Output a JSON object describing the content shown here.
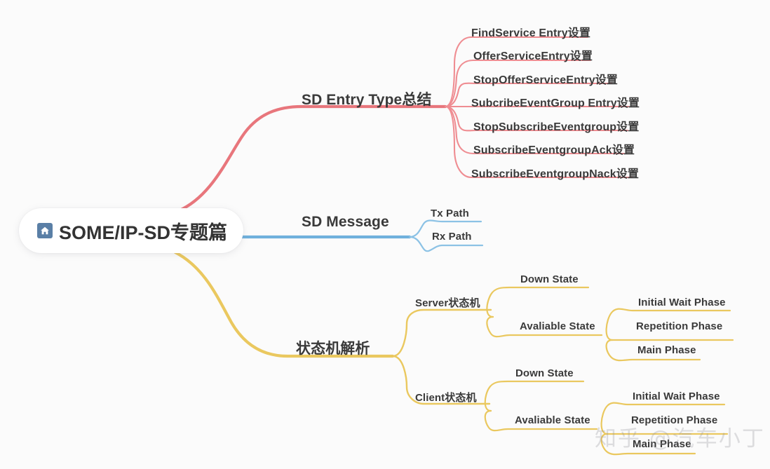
{
  "theme": {
    "background": "#fbfbfb",
    "branch_red": "#e8767c",
    "branch_blue": "#6fb0dc",
    "branch_yellow": "#eac85f",
    "text_color": "#3a3a3a",
    "root_icon_bg": "#5a7fa6"
  },
  "root": {
    "label": "SOME/IP-SD专题篇",
    "icon": "home-icon"
  },
  "branches": [
    {
      "label": "SD Entry Type总结",
      "color": "#e8767c",
      "children": [
        {
          "label": "FindService Entry设置"
        },
        {
          "label": "OfferServiceEntry设置"
        },
        {
          "label": "StopOfferServiceEntry设置"
        },
        {
          "label": "SubcribeEventGroup Entry设置"
        },
        {
          "label": "StopSubscribeEventgroup设置"
        },
        {
          "label": "SubscribeEventgroupAck设置"
        },
        {
          "label": "SubscribeEventgroupNack设置"
        }
      ]
    },
    {
      "label": "SD Message",
      "color": "#6fb0dc",
      "children": [
        {
          "label": "Tx Path"
        },
        {
          "label": "Rx Path"
        }
      ]
    },
    {
      "label": "状态机解析",
      "color": "#eac85f",
      "children": [
        {
          "label": "Server状态机",
          "children": [
            {
              "label": "Down State"
            },
            {
              "label": "Avaliable State",
              "children": [
                {
                  "label": "Initial Wait Phase"
                },
                {
                  "label": "Repetition Phase"
                },
                {
                  "label": "Main Phase"
                }
              ]
            }
          ]
        },
        {
          "label": "Client状态机",
          "children": [
            {
              "label": "Down State"
            },
            {
              "label": "Avaliable State",
              "children": [
                {
                  "label": "Initial Wait Phase"
                },
                {
                  "label": "Repetition Phase"
                },
                {
                  "label": "Main Phase"
                }
              ]
            }
          ]
        }
      ]
    }
  ],
  "watermark": {
    "text": "知乎 @汽车小丁"
  }
}
